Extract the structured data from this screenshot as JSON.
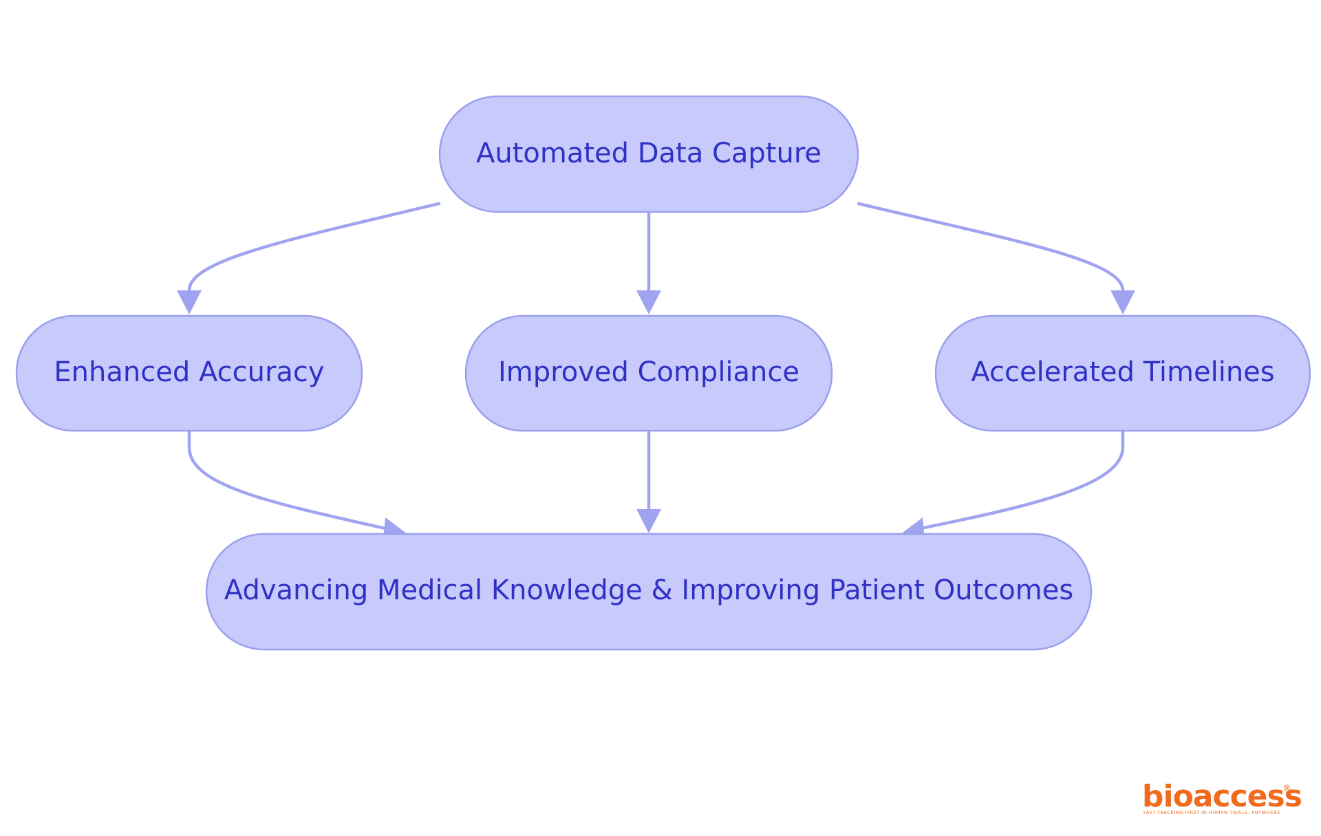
{
  "colors": {
    "node_fill": "#c8cafc",
    "node_stroke": "#9aa0ec",
    "node_text": "#2f31c4",
    "edge": "#a0a4f0",
    "logo": "#f26a1b"
  },
  "nodes": {
    "automated_data_capture": "Automated Data Capture",
    "enhanced_accuracy": "Enhanced Accuracy",
    "improved_compliance": "Improved Compliance",
    "accelerated_timelines": "Accelerated Timelines",
    "outcome": "Advancing Medical Knowledge & Improving Patient Outcomes"
  },
  "edges": [
    {
      "from": "Automated Data Capture",
      "to": "Enhanced Accuracy"
    },
    {
      "from": "Automated Data Capture",
      "to": "Improved Compliance"
    },
    {
      "from": "Automated Data Capture",
      "to": "Accelerated Timelines"
    },
    {
      "from": "Enhanced Accuracy",
      "to": "Advancing Medical Knowledge & Improving Patient Outcomes"
    },
    {
      "from": "Improved Compliance",
      "to": "Advancing Medical Knowledge & Improving Patient Outcomes"
    },
    {
      "from": "Accelerated Timelines",
      "to": "Advancing Medical Knowledge & Improving Patient Outcomes"
    }
  ],
  "logo": {
    "brand": "bioaccess",
    "registered": "®",
    "tagline": "FAST-TRACKING FIRST-IN-HUMAN TRIALS, ANYWHERE"
  }
}
